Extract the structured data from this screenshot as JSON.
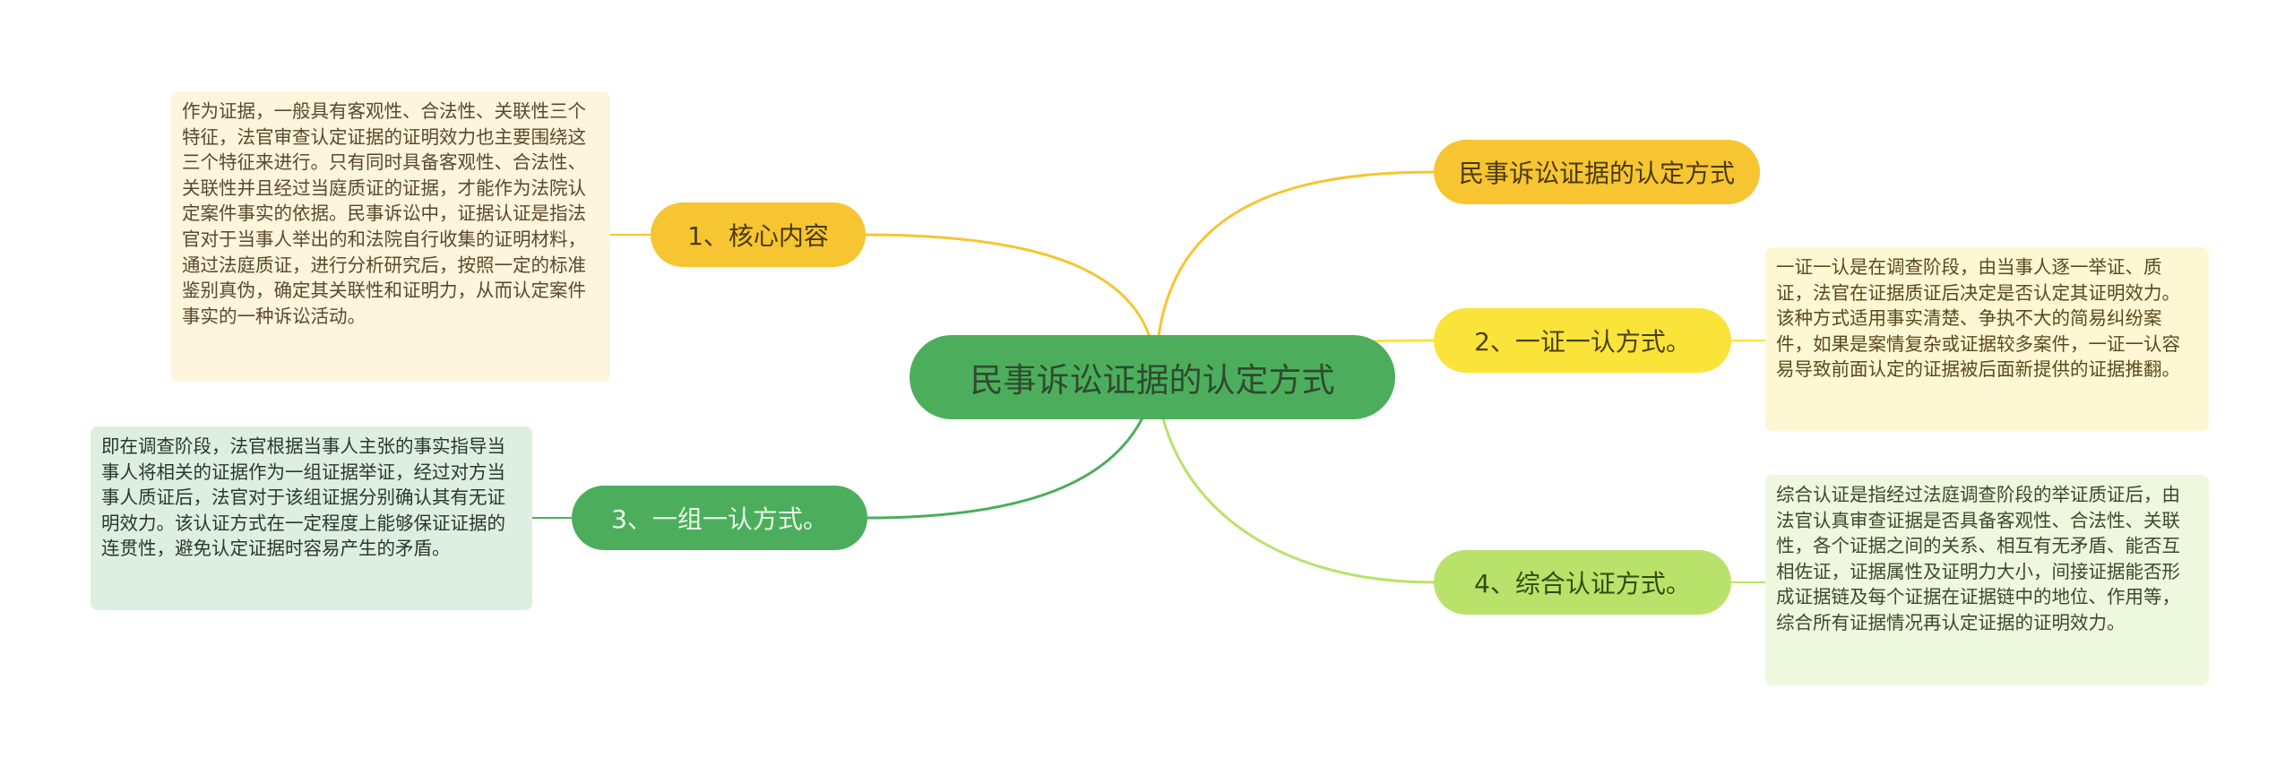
{
  "central": "民事诉讼证据的认定方式",
  "branches": {
    "title": "民事诉讼证据的认定方式",
    "b1": "1、核心内容",
    "b2": "2、一证一认方式。",
    "b3": "3、一组一认方式。",
    "b4": "4、综合认证方式。"
  },
  "notes": {
    "n1": "作为证据，一般具有客观性、合法性、关联性三个特征，法官审查认定证据的证明效力也主要围绕这三个特征来进行。只有同时具备客观性、合法性、关联性并且经过当庭质证的证据，才能作为法院认定案件事实的依据。民事诉讼中，证据认证是指法官对于当事人举出的和法院自行收集的证明材料，通过法庭质证，进行分析研究后，按照一定的标准鉴别真伪，确定其关联性和证明力，从而认定案件事实的一种诉讼活动。",
    "n2": "一证一认是在调查阶段，由当事人逐一举证、质证，法官在证据质证后决定是否认定其证明效力。该种方式适用事实清楚、争执不大的简易纠纷案件，如果是案情复杂或证据较多案件，一证一认容易导致前面认定的证据被后面新提供的证据推翻。",
    "n3": "即在调查阶段，法官根据当事人主张的事实指导当事人将相关的证据作为一组证据举证，经过对方当事人质证后，法官对于该组证据分别确认其有无证明效力。该认证方式在一定程度上能够保证证据的连贯性，避免认定证据时容易产生的矛盾。",
    "n4": "综合认证是指经过法庭调查阶段的举证质证后，由法官认真审查证据是否具备客观性、合法性、关联性，各个证据之间的关系、相互有无矛盾、能否互相佐证，证据属性及证明力大小，间接证据能否形成证据链及每个证据在证据链中的地位、作用等，综合所有证据情况再认定证据的证明效力。"
  },
  "colors": {
    "central": "#4cae5c",
    "orange": "#f7c531",
    "yellow": "#fbe43a",
    "green": "#4cae5c",
    "lime": "#b9e26a"
  }
}
